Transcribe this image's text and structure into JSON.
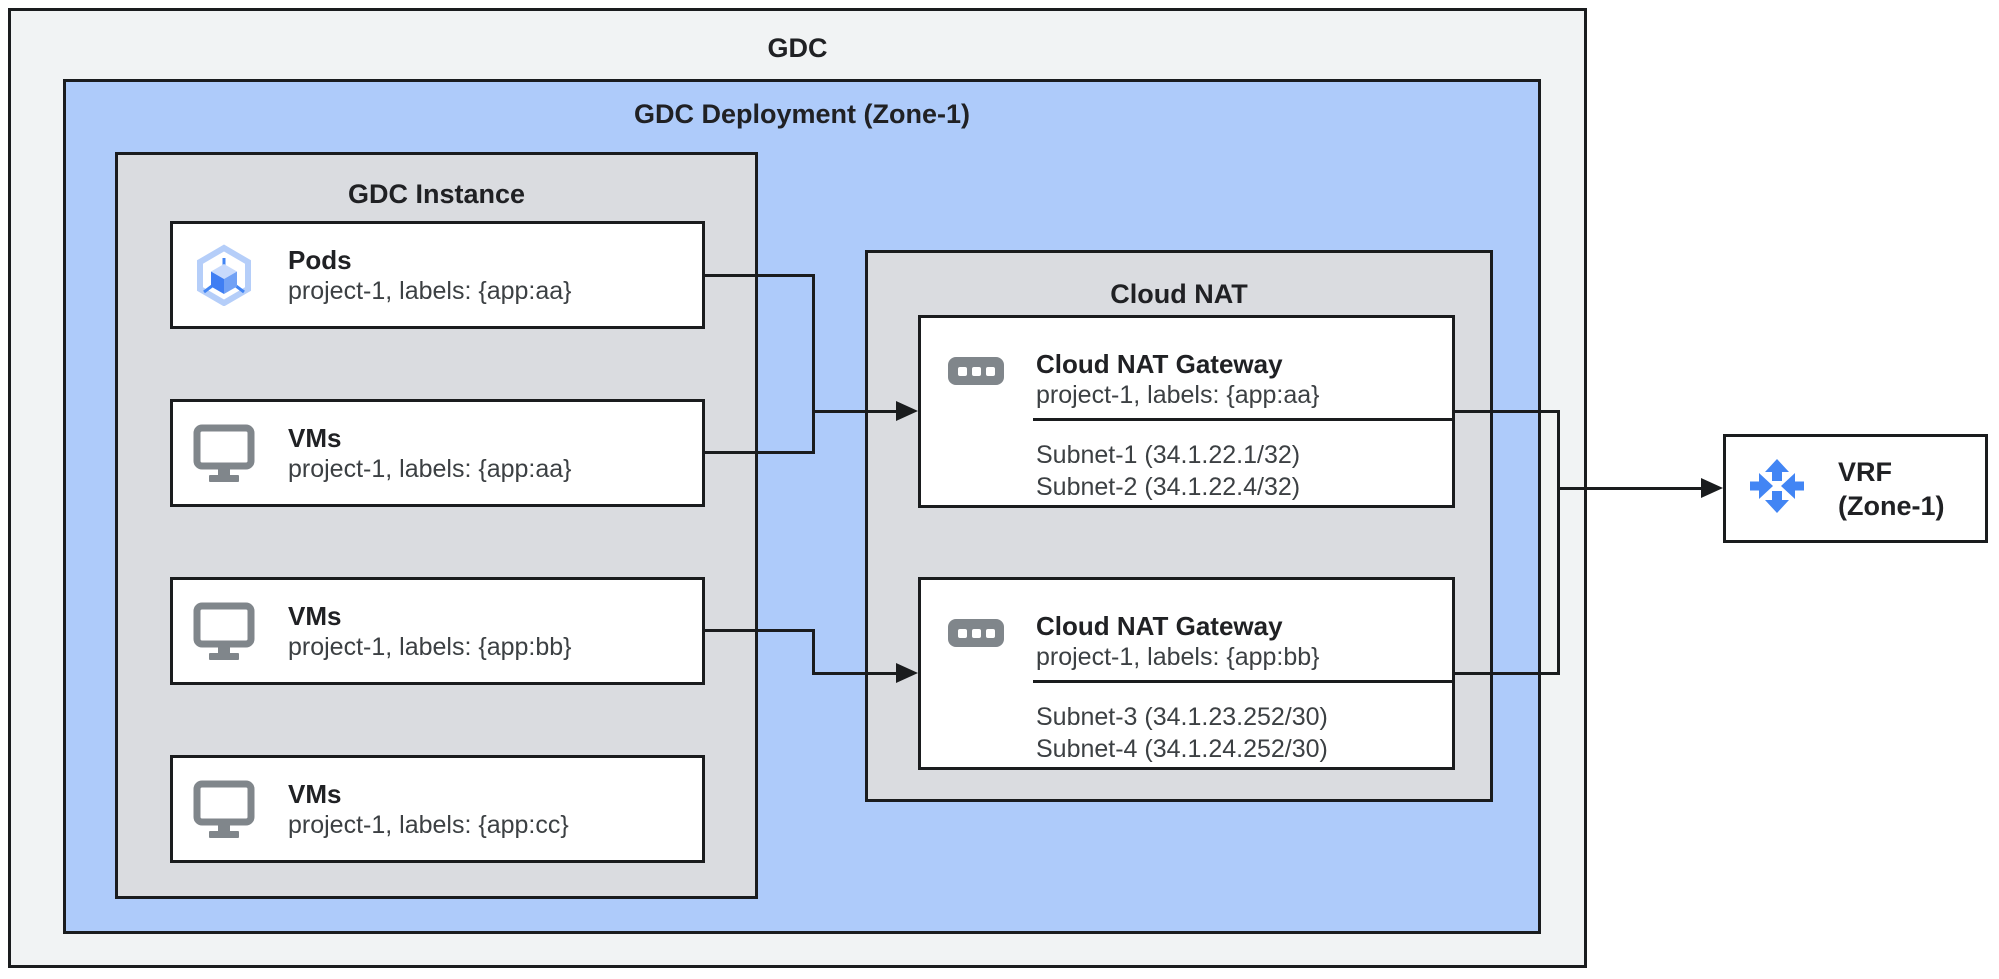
{
  "diagram": {
    "outer": {
      "title": "GDC"
    },
    "deployment": {
      "title": "GDC Deployment (Zone-1)"
    },
    "instance": {
      "title": "GDC Instance",
      "items": [
        {
          "icon": "pods-icon",
          "title": "Pods",
          "subtitle": "project-1, labels: {app:aa}"
        },
        {
          "icon": "vm-icon",
          "title": "VMs",
          "subtitle": "project-1, labels: {app:aa}"
        },
        {
          "icon": "vm-icon",
          "title": "VMs",
          "subtitle": "project-1, labels: {app:bb}"
        },
        {
          "icon": "vm-icon",
          "title": "VMs",
          "subtitle": "project-1, labels: {app:cc}"
        }
      ]
    },
    "cloud_nat": {
      "title": "Cloud NAT",
      "gateways": [
        {
          "icon": "nat-gateway-icon",
          "title": "Cloud NAT Gateway",
          "subtitle": "project-1, labels: {app:aa}",
          "subnets": [
            "Subnet-1 (34.1.22.1/32)",
            "Subnet-2 (34.1.22.4/32)"
          ]
        },
        {
          "icon": "nat-gateway-icon",
          "title": "Cloud NAT Gateway",
          "subtitle": "project-1, labels: {app:bb}",
          "subnets": [
            "Subnet-3 (34.1.23.252/30)",
            "Subnet-4 (34.1.24.252/30)"
          ]
        }
      ]
    },
    "vrf": {
      "icon": "router-icon",
      "title": "VRF",
      "subtitle": "(Zone-1)"
    },
    "colors": {
      "outer_bg": "#f1f3f4",
      "deployment_bg": "#aecbfa",
      "panel_bg": "#dadce0",
      "box_bg": "#ffffff",
      "border": "#1a1c1e",
      "title_text": "#202124",
      "secondary_text": "#3c4043",
      "icon_gray": "#80868b",
      "icon_blue": "#4285f4",
      "icon_blue_light": "#aecbfa"
    }
  }
}
